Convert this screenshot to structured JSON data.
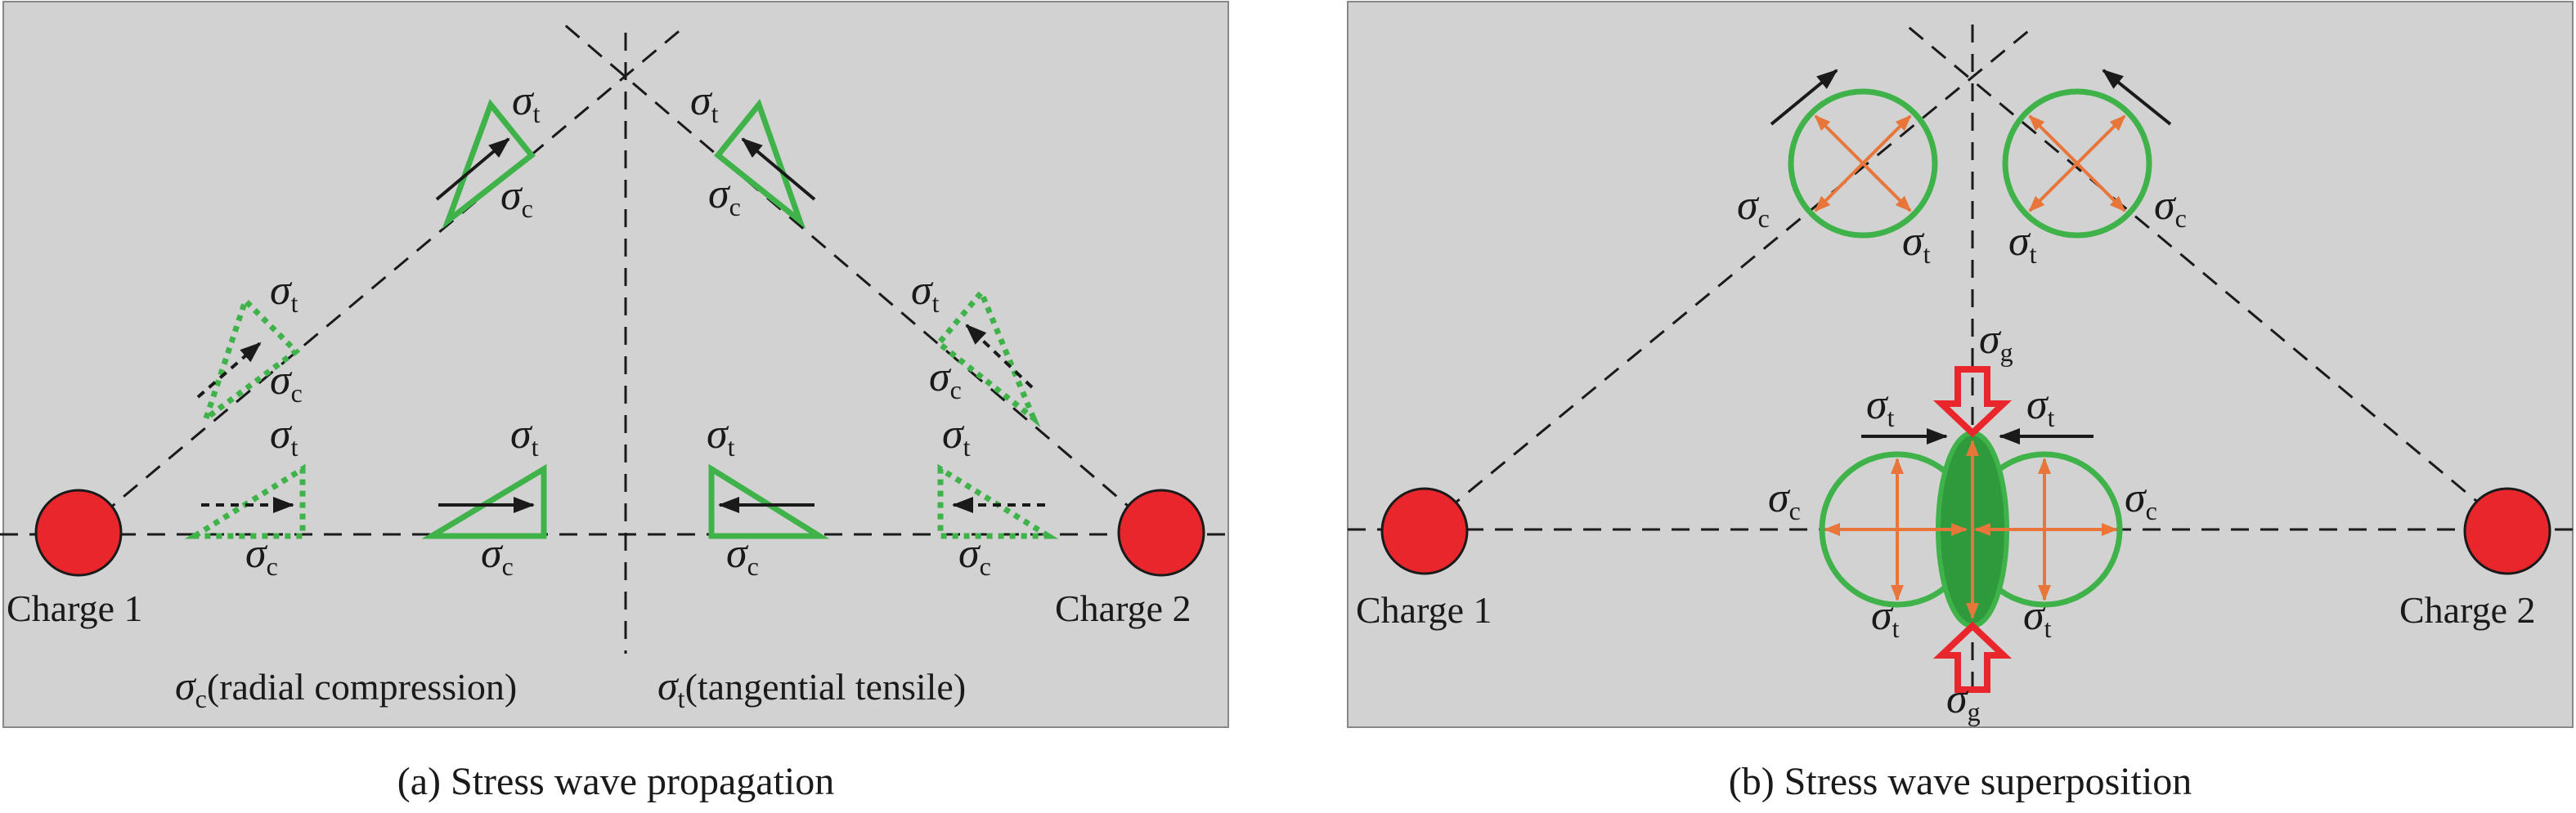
{
  "panel_a": {
    "caption": "(a) Stress wave propagation",
    "charge_left": "Charge 1",
    "charge_right": "Charge 2",
    "legend_compression_sub": "c",
    "legend_compression_text": "(radial compression)",
    "legend_tensile_sub": "t",
    "legend_tensile_text": "(tangential tensile)"
  },
  "panel_b": {
    "caption": "(b) Stress wave superposition",
    "charge_left": "Charge 1",
    "charge_right": "Charge 2"
  },
  "symbols": {
    "sigma": "σ",
    "sub_c": "c",
    "sub_t": "t",
    "sub_g": "g"
  },
  "colors": {
    "panel_bg": "#d2d2d2",
    "charge": "#e8262b",
    "element_green": "#3fb24a",
    "superposition_fill": "#2e9a3c",
    "stress_arrow": "#e8763a",
    "pressure_arrow": "#e8262b",
    "line": "#1a1a1a"
  }
}
